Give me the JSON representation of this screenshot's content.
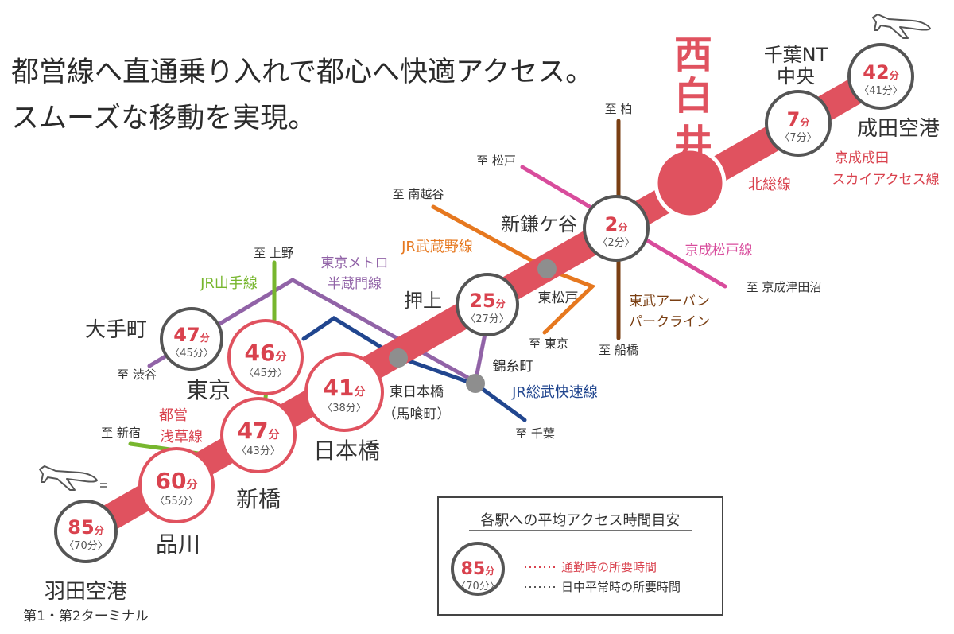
{
  "headline": {
    "line1": "都営線へ直通乗り入れで都心へ快適アクセス。",
    "line2": "スムーズな移動を実現。"
  },
  "origin": {
    "name": "西白井"
  },
  "unit": "分",
  "colors": {
    "main_line": "#e0525f",
    "station_ring": "#555555",
    "time_red": "#d9424e",
    "time_gray": "#555555",
    "yamanote": "#77b62e",
    "hanzomon": "#9163a7",
    "sobu": "#21468f",
    "musashino": "#e6781f",
    "keisei_matsudo": "#d84c9c",
    "tobu": "#7a3f13",
    "transfer_dot": "#8e8e8e"
  },
  "stations": [
    {
      "name": "千葉NT 中央",
      "commute": "7",
      "daytime": "7"
    },
    {
      "name": "成田空港",
      "commute": "42",
      "daytime": "41"
    },
    {
      "name": "新鎌ケ谷",
      "commute": "2",
      "daytime": "2"
    },
    {
      "name": "押上",
      "commute": "25",
      "daytime": "27"
    },
    {
      "name": "日本橋",
      "commute": "41",
      "daytime": "38"
    },
    {
      "name": "東京",
      "commute": "46",
      "daytime": "45"
    },
    {
      "name": "大手町",
      "commute": "47",
      "daytime": "45"
    },
    {
      "name": "新橋",
      "commute": "47",
      "daytime": "43"
    },
    {
      "name": "品川",
      "commute": "60",
      "daytime": "55"
    },
    {
      "name": "羽田空港",
      "sub": "第1・第2ターミナル",
      "commute": "85",
      "daytime": "70"
    }
  ],
  "transfer_stations": [
    {
      "name": "東松戸"
    },
    {
      "name": "錦糸町"
    },
    {
      "name": "東日本橋",
      "sub": "（馬喰町）"
    }
  ],
  "lines": [
    {
      "name": "北総線"
    },
    {
      "name": "京成成田 スカイアクセス線"
    },
    {
      "name": "京成松戸線"
    },
    {
      "name": "東武アーバン パークライン"
    },
    {
      "name": "JR武蔵野線"
    },
    {
      "name": "JR総武快速線"
    },
    {
      "name": "東京メトロ 半蔵門線"
    },
    {
      "name": "JR山手線"
    },
    {
      "name": "都営 浅草線"
    }
  ],
  "destinations": [
    {
      "label": "至 柏"
    },
    {
      "label": "至 松戸"
    },
    {
      "label": "至 南越谷"
    },
    {
      "label": "至 京成津田沼"
    },
    {
      "label": "至 船橋"
    },
    {
      "label": "至 東京"
    },
    {
      "label": "至 千葉"
    },
    {
      "label": "至 上野"
    },
    {
      "label": "至 渋谷"
    },
    {
      "label": "至 新宿"
    }
  ],
  "legend": {
    "title": "各駅への平均アクセス時間目安",
    "sample_commute": "85",
    "sample_daytime": "70",
    "commute_label": "通勤時の所要時間",
    "daytime_label": "日中平常時の所要時間"
  }
}
